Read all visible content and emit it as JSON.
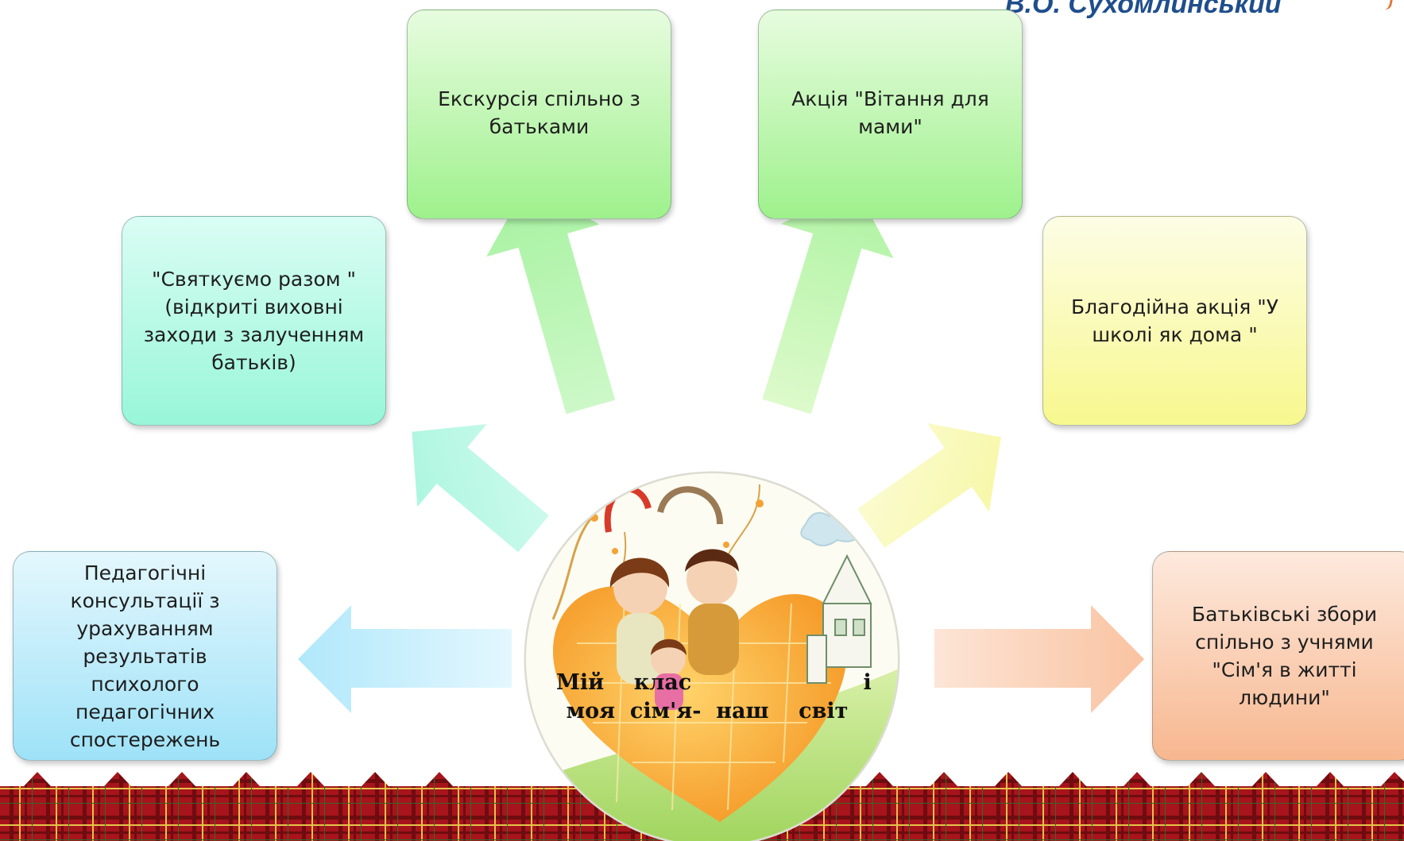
{
  "header": {
    "quote_author": "В.О. Сухомлинський"
  },
  "center": {
    "line1": "Мій    клас                       і",
    "line2": "моя  сім'я-  наш    світ"
  },
  "activities": {
    "excursion": {
      "line1": "Екскурсія спільно з",
      "line2": "батьками",
      "color": "#9ef18c"
    },
    "mothers_action": {
      "line1": "Акція  \"Вітання для",
      "line2": "мами\"",
      "color": "#9ef18c"
    },
    "celebrate": {
      "line1": "\"Святкуємо разом \"",
      "line2": "(відкриті виховні",
      "line3": "заходи з залученням",
      "line4": "батьків)",
      "color": "#98f6d8"
    },
    "charity": {
      "line1": "Благодійна акція \"У",
      "line2": "школі  як дома \"",
      "color": "#f8f88f"
    },
    "consultations": {
      "line1": "Педагогічні",
      "line2": "консультації з",
      "line3": "урахуванням",
      "line4": "результатів психолого",
      "line5": "педагогічних",
      "line6": "спостережень",
      "color": "#9ee2f8"
    },
    "parent_meetings": {
      "line1": "Батьківські збори",
      "line2": "спільно з учнями",
      "line3": "\"Сім'я в житті",
      "line4": "людини\"",
      "color": "#f7b78f"
    }
  }
}
